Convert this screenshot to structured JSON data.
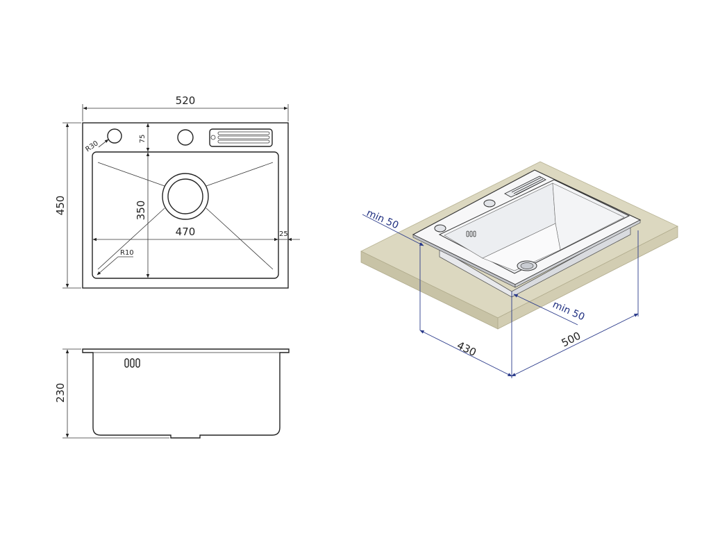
{
  "top_view": {
    "overall_width": "520",
    "overall_depth": "450",
    "tap_hole_radius": "R30",
    "tap_offset": "75",
    "bowl_width": "470",
    "bowl_depth": "350",
    "side_margin": "25",
    "corner_radius": "R10"
  },
  "side_view": {
    "height": "230"
  },
  "iso_view": {
    "min_top": "min 50",
    "min_bottom": "min 50",
    "cutout_depth": "430",
    "cutout_width": "500"
  },
  "colors": {
    "line": "#222222",
    "countertop": "#dcd8c0",
    "countertop_edge": "#c8c3a6",
    "dimension_blue": "#2a3a8a"
  }
}
